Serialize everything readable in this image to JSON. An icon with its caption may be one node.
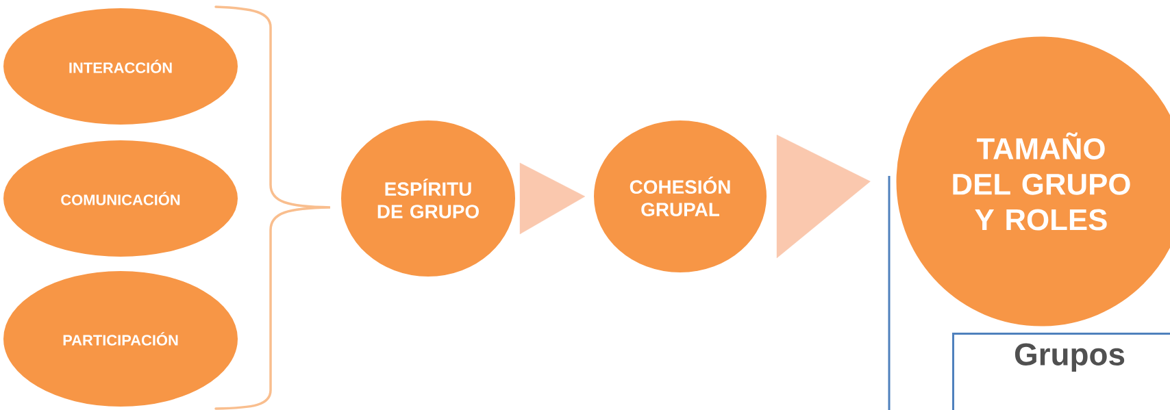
{
  "diagram": {
    "nodes": [
      {
        "text": [
          "INTERACCIÓN"
        ]
      },
      {
        "text": [
          "COMUNICACIÓN"
        ]
      },
      {
        "text": [
          "PARTICIPACIÓN"
        ]
      },
      {
        "text": [
          "ESPÍRITU DE GRUPO"
        ]
      },
      {
        "text": [
          "COHESIÓN GRUPAL"
        ]
      },
      {
        "text": [
          "TAMAÑO DEL GRUPO Y ROLES"
        ]
      },
      {
        "text": [
          "Grupos"
        ]
      }
    ],
    "edges": [
      {
        "from": 3,
        "to": 4,
        "arrow": "to"
      },
      {
        "from": 4,
        "to": 5,
        "arrow": "to"
      }
    ]
  }
}
